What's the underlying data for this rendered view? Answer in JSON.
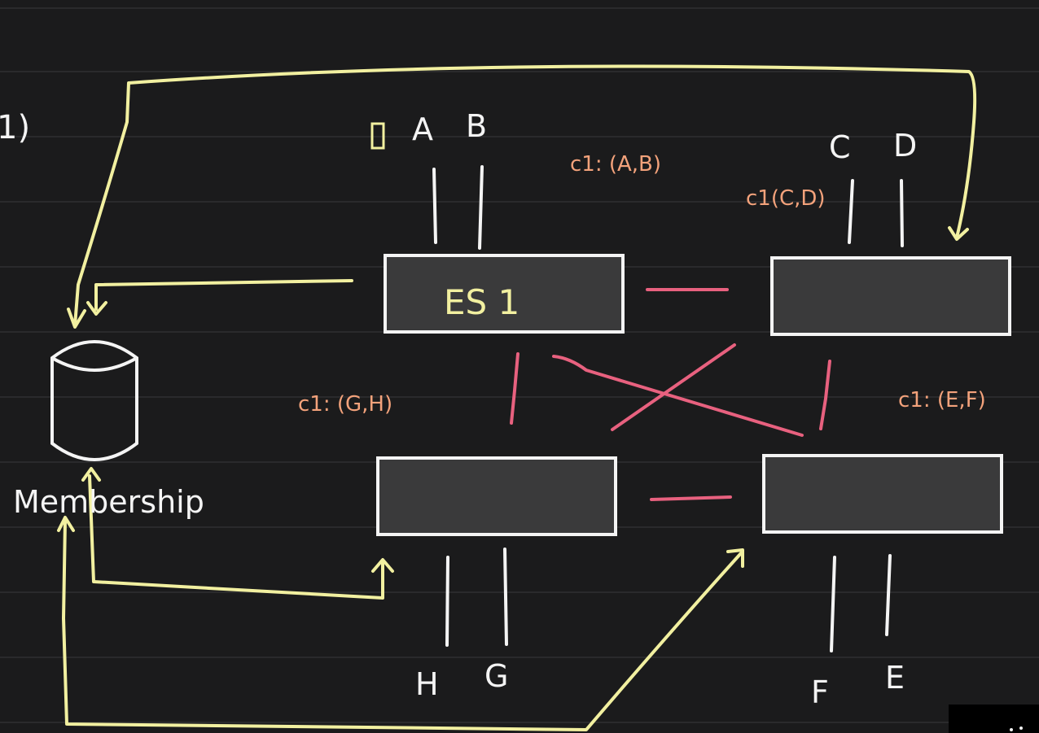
{
  "section_marker": "1)",
  "membership_label": "Membership",
  "servers": {
    "top_left": {
      "label": "ES 1"
    }
  },
  "clients": {
    "top_left": [
      "A",
      "B"
    ],
    "top_right": [
      "C",
      "D"
    ],
    "bottom_left": [
      "H",
      "G"
    ],
    "bottom_right": [
      "F",
      "E"
    ]
  },
  "annotations": {
    "top_left": "c1: (A,B)",
    "top_right": "c1(C,D)",
    "bottom_left": "c1: (G,H)",
    "bottom_right": "c1: (E,F)"
  },
  "colors": {
    "background": "#1b1b1c",
    "rule_lines": "#2a2a2c",
    "boxes_fill": "#3a3a3b",
    "white_ink": "#f4f4f4",
    "yellow_ink": "#f2f0a0",
    "pink_ink": "#e8617f",
    "orange_ink": "#f3a27b"
  }
}
